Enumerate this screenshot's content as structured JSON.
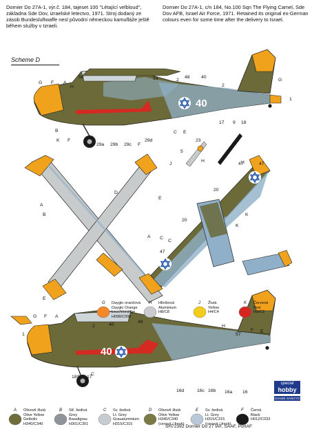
{
  "captions": {
    "czech": "Dornier Do 27A-1, výr.č. 184, tajeset 100 \"Létající velbloud\", základna Sde Dov, izraelské letectvo, 1971. Stroj dodaný ze zásob Bundesluftwaffe nesl původní německou kamufláže ještě během služby v Izraeli.",
    "english": "Dornier Do 27A-1, c/n 184, No.100 Sqn The Flying Camel, Sde Dov AFB, Israel Air Force, 1971. Retained its original ex-German colours even for some time after the delivery to Israel."
  },
  "scheme_label": "Scheme D",
  "aircraft_codes": {
    "upper": "40",
    "lower": "40",
    "underside_wing": "47"
  },
  "callouts": {
    "upper_side": [
      "G",
      "F",
      "A",
      "H",
      "56",
      "B",
      "K",
      "F",
      "29a",
      "29b",
      "29c",
      "F",
      "29d",
      "33",
      "2",
      "48",
      "40",
      "2",
      "1",
      "G",
      "C",
      "E",
      "17",
      "9",
      "18"
    ],
    "upper_prop": [
      "23",
      "5",
      "H",
      "J",
      "H"
    ],
    "top_view": [
      "A",
      "B",
      "D",
      "E",
      "C",
      "E"
    ],
    "bottom_view": [
      "47",
      "20",
      "K",
      "20",
      "K",
      "47",
      "C",
      "A"
    ],
    "lower_side": [
      "1",
      "G",
      "F",
      "A",
      "2",
      "40",
      "48",
      "17",
      "18",
      "9",
      "C",
      "57",
      "H",
      "F",
      "E",
      "16d",
      "16c",
      "16b",
      "16a",
      "16"
    ]
  },
  "legend_top": [
    {
      "key": "G",
      "cz": "Dayglo oranžová",
      "en": "Dayglo Orange",
      "codes": "Leuchtorange\nH098/C098",
      "color": "#f5892a"
    },
    {
      "key": "H",
      "cz": "Hliníková",
      "en": "Aluminium",
      "codes": "H8/C8",
      "color": "#c9cbce"
    },
    {
      "key": "J",
      "cz": "Žlutá",
      "en": "Yellow",
      "codes": "H4/C4",
      "color": "#f3cc1c"
    },
    {
      "key": "K",
      "cz": "Červená",
      "en": "Red",
      "codes": "H3/C3",
      "color": "#d7261f"
    }
  ],
  "legend_bottom": [
    {
      "key": "A",
      "cz": "Olivově žlutá",
      "en": "Olive Yellow",
      "codes": "Gelboliv\nH340/C340",
      "color": "#6e6d3b"
    },
    {
      "key": "B",
      "cz": "Stř. šedivá",
      "en": "Grey",
      "codes": "Basaltgrau\nH301/C301",
      "color": "#8e9499"
    },
    {
      "key": "C",
      "cz": "Sv. šedivá",
      "en": "Lt. Grey",
      "codes": "Graualuminium\nH315/C315",
      "color": "#c7ccd1"
    },
    {
      "key": "D",
      "cz": "Olivově žlutá",
      "en": "Olive Yellow",
      "codes": "H340/C340\n(ceravá / fresh)",
      "color": "#7c7a44"
    },
    {
      "key": "E",
      "cz": "Sv. šedivá",
      "en": "Lt. Grey",
      "codes": "H315/C315\n(ceravá / fresh)",
      "color": "#b8c8d8"
    },
    {
      "key": "F",
      "cz": "Černá",
      "en": "Black",
      "codes": "H012/C033",
      "color": "#1a1a1a"
    }
  ],
  "brand": {
    "line1": "special",
    "line2": "hobby",
    "line3": "GUNZE SANGYO"
  },
  "footer": "SH72392  Dornier Do 27 IAF, SAAF, PortAF",
  "colors": {
    "olive": "#6b6a38",
    "blue_grey": "#8fb0c8",
    "light_grey": "#c8cbcc",
    "orange": "#f0a21c",
    "red": "#d52a22",
    "star_blue": "#2f5fb0"
  }
}
